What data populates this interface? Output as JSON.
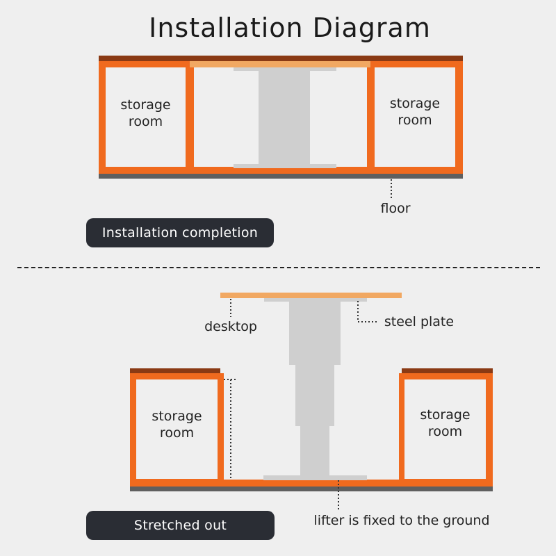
{
  "title": "Installation Diagram",
  "top_diagram": {
    "left_box_label": "storage room",
    "right_box_label": "storage room",
    "floor_label": "floor",
    "caption": "Installation completion"
  },
  "bottom_diagram": {
    "left_box_label": "storage room",
    "right_box_label": "storage room",
    "desktop_label": "desktop",
    "steel_plate_label": "steel plate",
    "ground_label": "lifter is fixed to the ground",
    "caption": "Stretched out"
  },
  "colors": {
    "frame_orange": "#f06a1e",
    "top_trim": "#8a3a14",
    "floor_gray": "#5f5f5f",
    "desktop_tan": "#f1a862",
    "lifter_gray": "#cfcfcf",
    "caption_bg": "#2a2d34"
  }
}
